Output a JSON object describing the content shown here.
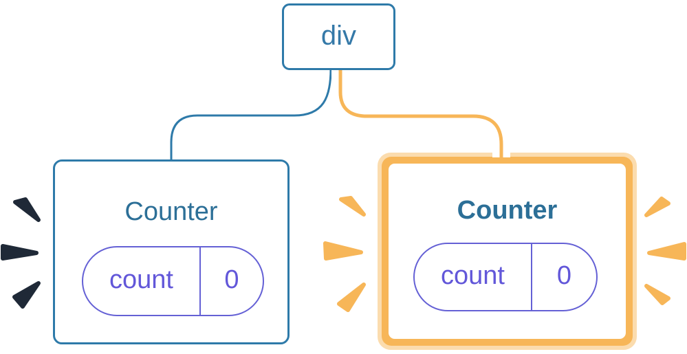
{
  "diagram": {
    "root": {
      "label": "div"
    },
    "left_counter": {
      "title": "Counter",
      "state_key": "count",
      "state_value": "0",
      "highlighted": false
    },
    "right_counter": {
      "title": "Counter",
      "state_key": "count",
      "state_value": "0",
      "highlighted": true
    }
  },
  "colors": {
    "node_blue": "#2E7AA9",
    "title_blue": "#2C6F97",
    "state_purple": "#6460D5",
    "highlight_orange": "#F7B658",
    "highlight_pale_orange": "#FBDCAE",
    "sparkle_dark": "#1F2937",
    "background": "#FFFFFF"
  }
}
